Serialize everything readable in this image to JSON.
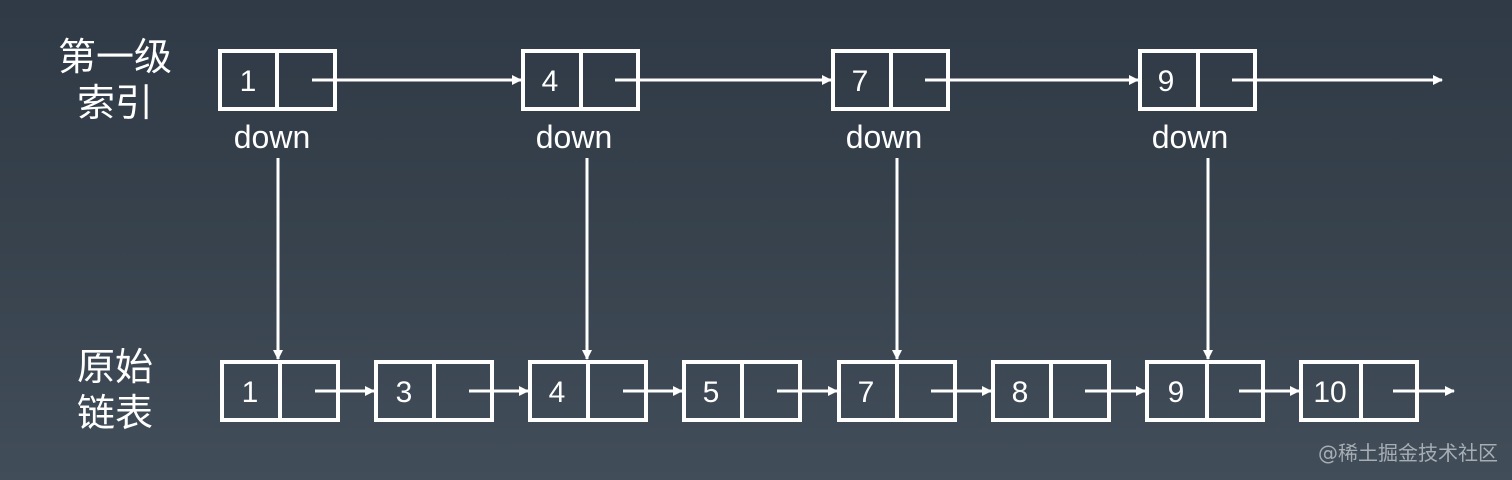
{
  "labels": {
    "index_level_line1": "第一级",
    "index_level_line2": "索引",
    "original_list_line1": "原始",
    "original_list_line2": "链表"
  },
  "index_nodes": [
    {
      "value": "1",
      "pointer_label": "down"
    },
    {
      "value": "4",
      "pointer_label": "down"
    },
    {
      "value": "7",
      "pointer_label": "down"
    },
    {
      "value": "9",
      "pointer_label": "down"
    }
  ],
  "list_nodes": [
    {
      "value": "1"
    },
    {
      "value": "3"
    },
    {
      "value": "4"
    },
    {
      "value": "5"
    },
    {
      "value": "7"
    },
    {
      "value": "8"
    },
    {
      "value": "9"
    },
    {
      "value": "10"
    }
  ],
  "watermark": "@稀土掘金技术社区",
  "colors": {
    "background": "#37424d",
    "stroke": "#ffffff"
  }
}
